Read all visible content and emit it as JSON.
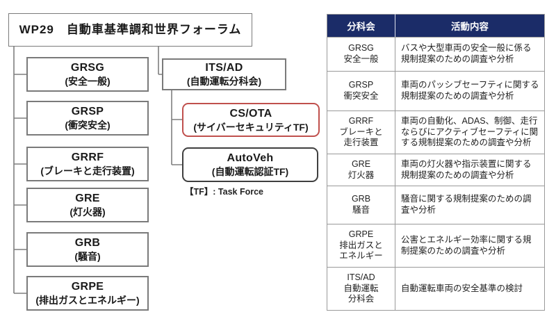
{
  "diagram": {
    "root_title": "WP29　自動車基準調和世界フォーラム",
    "groups": [
      {
        "code": "GRSG",
        "label": "(安全一般)"
      },
      {
        "code": "GRSP",
        "label": "(衝突安全)"
      },
      {
        "code": "GRRF",
        "label": "(ブレーキと走行装置)"
      },
      {
        "code": "GRE",
        "label": "(灯火器)"
      },
      {
        "code": "GRB",
        "label": "(騒音)"
      },
      {
        "code": "GRPE",
        "label": "(排出ガスとエネルギー)"
      }
    ],
    "its_ad": {
      "code": "ITS/AD",
      "label": "(自動運転分科会)"
    },
    "task_forces": [
      {
        "code": "CS/OTA",
        "label": "(サイバーセキュリティTF)",
        "highlighted": true
      },
      {
        "code": "AutoVeh",
        "label": "(自動運転認証TF)",
        "highlighted": false
      }
    ],
    "footnote": "【TF】: Task Force"
  },
  "table": {
    "headers": [
      "分科会",
      "活動内容"
    ],
    "rows": [
      {
        "committee": "GRSG\n安全一般",
        "activity": "バスや大型車両の安全一般に係る規制提案のための調査や分析"
      },
      {
        "committee": "GRSP\n衝突安全",
        "activity": "車両のパッシブセーフティに関する規制提案のための調査や分析"
      },
      {
        "committee": "GRRF\nブレーキと\n走行装置",
        "activity": "車両の自動化、ADAS、制御、走行ならびにアクティブセーフティに関する規制提案のための調査や分析"
      },
      {
        "committee": "GRE\n灯火器",
        "activity": "車両の灯火器や指示装置に関する規制提案のための調査や分析"
      },
      {
        "committee": "GRB\n騒音",
        "activity": "騒音に関する規制提案のための調査や分析"
      },
      {
        "committee": "GRPE\n排出ガスと\nエネルギー",
        "activity": "公害とエネルギー効率に関する規制提案のための調査や分析"
      },
      {
        "committee": "ITS/AD\n自動運転\n分科会",
        "activity": "自動運転車両の安全基準の検討"
      }
    ]
  },
  "colors": {
    "table_header_bg": "#1b2c68",
    "table_header_text": "#ffffff",
    "table_border": "#999999",
    "box_border": "#7a7a7a",
    "highlight_border": "#c0504d",
    "taskforce_border": "#3f3f3f",
    "connector_line": "#7f7f7f",
    "text": "#1a1a1a",
    "background": "#ffffff"
  }
}
